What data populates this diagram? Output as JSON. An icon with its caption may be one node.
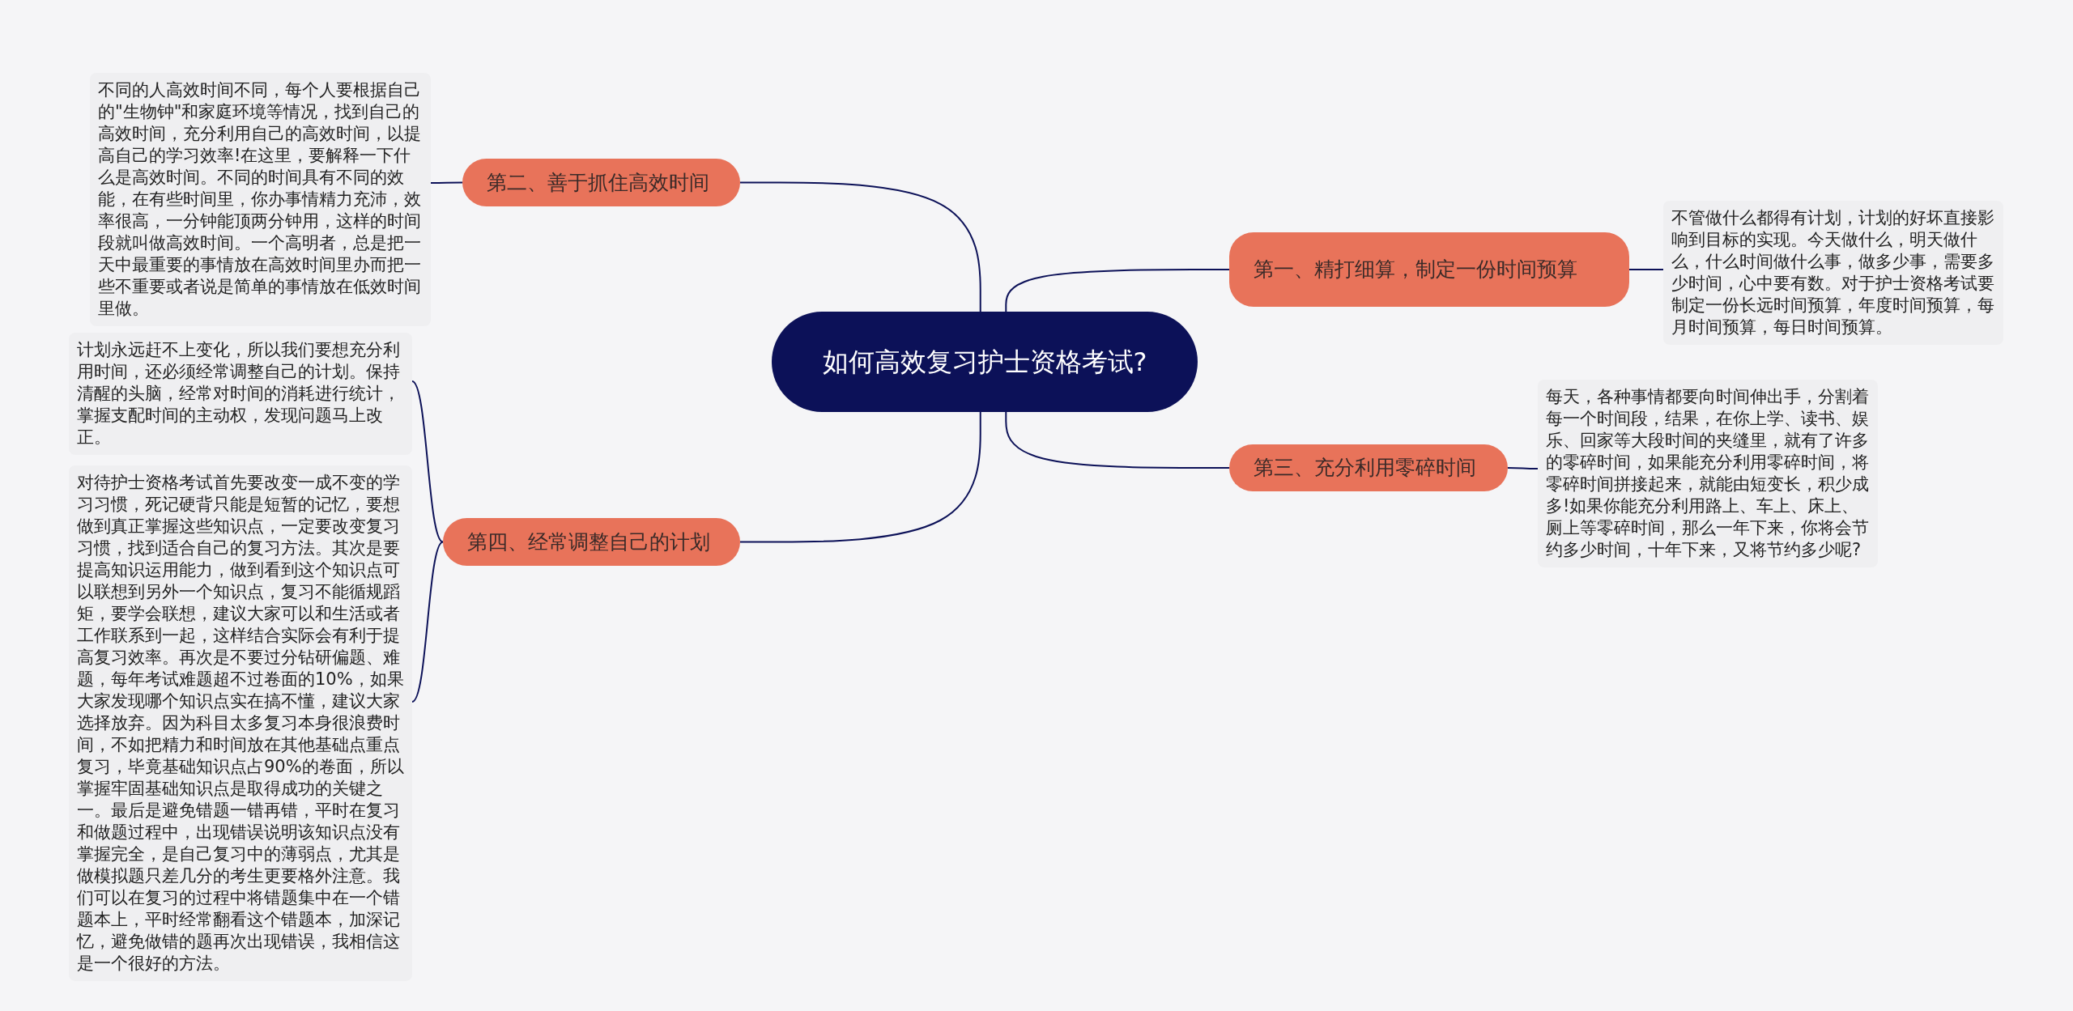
{
  "diagram": {
    "nodes": [
      {
        "text": [
          "如何高效复习护士资格考试?"
        ]
      },
      {
        "text": [
          "第二、善于抓住高效时间"
        ]
      },
      {
        "text": [
          "不同的人高效时间不同，每个人要根据自己的\"生物钟\"和家庭环境等情况，找到自己的高效时间，充分利用自己的高效时间，以提高自己的学习效率!在这里，要解释一下什么是高效时间。不同的时间具有不同的效能，在有些时间里，你办事情精力充沛，效率很高，一分钟能顶两分钟用，这样的时间段就叫做高效时间。一个高明者，总是把一天中最重要的事情放在高效时间里办而把一些不重要或者说是简单的事情放在低效时间里做。"
        ]
      },
      {
        "text": [
          "第一、精打细算，制定一份时间预算"
        ]
      },
      {
        "text": [
          "不管做什么都得有计划，计划的好坏直接影响到目标的实现。今天做什么，明天做什么，什么时间做什么事，做多少事，需要多少时间，心中要有数。对于护士资格考试要制定一份长远时间预算，年度时间预算，每月时间预算，每日时间预算。"
        ]
      },
      {
        "text": [
          "第三、充分利用零碎时间"
        ]
      },
      {
        "text": [
          "每天，各种事情都要向时间伸出手，分割着每一个时间段，结果，在你上学、读书、娱乐、回家等大段时间的夹缝里，就有了许多的零碎时间，如果能充分利用零碎时间，将零碎时间拼接起来，就能由短变长，积少成多!如果你能充分利用路上、车上、床上、厕上等零碎时间，那么一年下来，你将会节约多少时间，十年下来，又将节约多少呢?"
        ]
      },
      {
        "text": [
          "第四、经常调整自己的计划"
        ]
      },
      {
        "text": [
          "计划永远赶不上变化，所以我们要想充分利用时间，还必须经常调整自己的计划。保持清醒的头脑，经常对时间的消耗进行统计，掌握支配时间的主动权，发现问题马上改正。"
        ]
      },
      {
        "text": [
          "对待护士资格考试首先要改变一成不变的学习习惯，死记硬背只能是短暂的记忆，要想做到真正掌握这些知识点，一定要改变复习习惯，找到适合自己的复习方法。其次是要提高知识运用能力，做到看到这个知识点可以联想到另外一个知识点，复习不能循规蹈矩，要学会联想，建议大家可以和生活或者工作联系到一起，这样结合实际会有利于提高复习效率。再次是不要过分钻研偏题、难题，每年考试难题超不过卷面的10%，如果大家发现哪个知识点实在搞不懂，建议大家选择放弃。因为科目太多复习本身很浪费时间，不如把精力和时间放在其他基础点重点复习，毕竟基础知识点占90%的卷面，所以掌握牢固基础知识点是取得成功的关键之一。最后是避免错题一错再错，平时在复习和做题过程中，出现错误说明该知识点没有掌握完全，是自己复习中的薄弱点，尤其是做模拟题只差几分的考生更要格外注意。我们可以在复习的过程中将错题集中在一个错题本上，平时经常翻看这个错题本，加深记忆，避免做错的题再次出现错误，我相信这是一个很好的方法。"
        ]
      }
    ],
    "edges": [
      {
        "from": 0,
        "to": 1,
        "arrow": "none"
      },
      {
        "from": 1,
        "to": 2,
        "arrow": "none"
      },
      {
        "from": 0,
        "to": 3,
        "arrow": "none"
      },
      {
        "from": 3,
        "to": 4,
        "arrow": "none"
      },
      {
        "from": 0,
        "to": 5,
        "arrow": "none"
      },
      {
        "from": 5,
        "to": 6,
        "arrow": "none"
      },
      {
        "from": 0,
        "to": 7,
        "arrow": "none"
      },
      {
        "from": 7,
        "to": 8,
        "arrow": "none"
      },
      {
        "from": 7,
        "to": 9,
        "arrow": "none"
      }
    ]
  }
}
